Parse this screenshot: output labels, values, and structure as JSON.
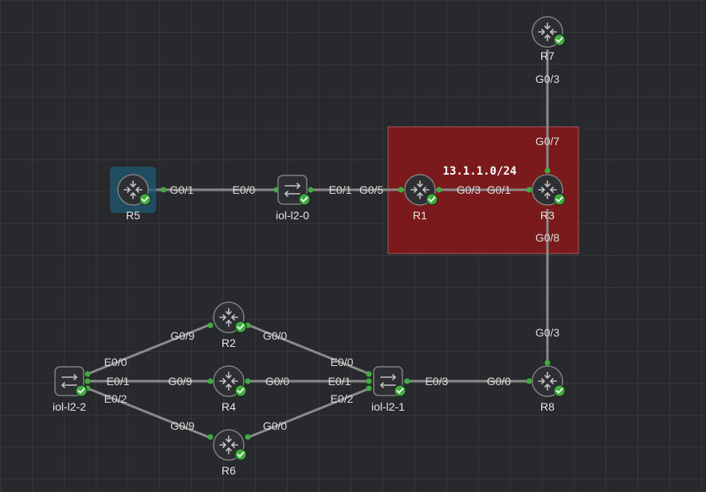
{
  "annotation": {
    "network_label": "13.1.1.0/24",
    "fill": "#7a1a1c"
  },
  "nodes": [
    {
      "id": "R7",
      "label": "R7",
      "type": "router"
    },
    {
      "id": "R5",
      "label": "R5",
      "type": "router",
      "selected": true
    },
    {
      "id": "iol-l2-0",
      "label": "iol-l2-0",
      "type": "switch"
    },
    {
      "id": "R1",
      "label": "R1",
      "type": "router"
    },
    {
      "id": "R3",
      "label": "R3",
      "type": "router"
    },
    {
      "id": "R2",
      "label": "R2",
      "type": "router"
    },
    {
      "id": "iol-l2-2",
      "label": "iol-l2-2",
      "type": "switch"
    },
    {
      "id": "R4",
      "label": "R4",
      "type": "router"
    },
    {
      "id": "iol-l2-1",
      "label": "iol-l2-1",
      "type": "switch"
    },
    {
      "id": "R8",
      "label": "R8",
      "type": "router"
    },
    {
      "id": "R6",
      "label": "R6",
      "type": "router"
    }
  ],
  "links": [
    {
      "a": "R7",
      "b": "R3",
      "a_if": "G0/3",
      "b_if": "G0/7"
    },
    {
      "a": "R5",
      "b": "iol-l2-0",
      "a_if": "G0/1",
      "b_if": "E0/0"
    },
    {
      "a": "iol-l2-0",
      "b": "R1",
      "a_if": "E0/1",
      "b_if": "G0/5"
    },
    {
      "a": "R1",
      "b": "R3",
      "a_if": "G0/3",
      "b_if": "G0/1"
    },
    {
      "a": "R3",
      "b": "R8",
      "a_if": "G0/8",
      "b_if": "G0/3"
    },
    {
      "a": "iol-l2-2",
      "b": "R2",
      "a_if": "E0/0",
      "b_if": "G0/9"
    },
    {
      "a": "iol-l2-2",
      "b": "R4",
      "a_if": "E0/1",
      "b_if": "G0/9"
    },
    {
      "a": "iol-l2-2",
      "b": "R6",
      "a_if": "E0/2",
      "b_if": "G0/9"
    },
    {
      "a": "R2",
      "b": "iol-l2-1",
      "a_if": "G0/0",
      "b_if": "E0/0"
    },
    {
      "a": "R4",
      "b": "iol-l2-1",
      "a_if": "G0/0",
      "b_if": "E0/1"
    },
    {
      "a": "R6",
      "b": "iol-l2-1",
      "a_if": "G0/0",
      "b_if": "E0/2"
    },
    {
      "a": "iol-l2-1",
      "b": "R8",
      "a_if": "E0/3",
      "b_if": "G0/0"
    }
  ],
  "colors": {
    "status_ok": "#3fae3f",
    "link": "#8a8a8a",
    "node_fill": "#2d2f33",
    "selection": "#1f5a72"
  }
}
